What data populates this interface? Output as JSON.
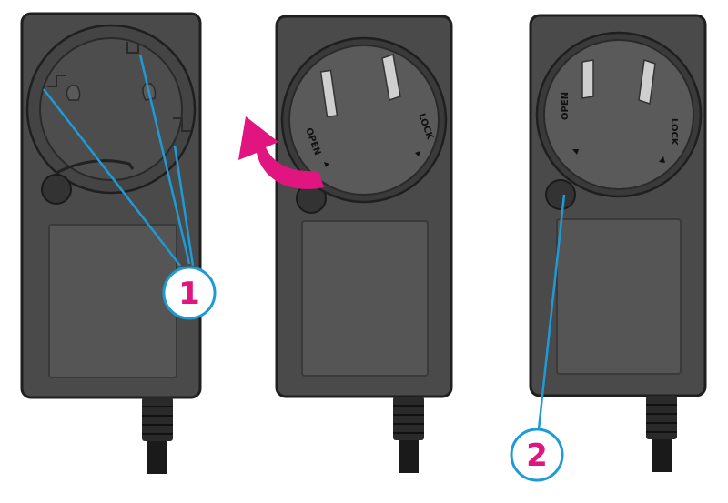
{
  "colors": {
    "body": "#4a4a4a",
    "body_edge": "#1f1f1f",
    "panel": "#505050",
    "plug_ring": "#3a3a3a",
    "plug_face": "#5a5a5a",
    "blade": "#cfcfcf",
    "cable": "#1a1a1a",
    "callout_line": "#1e9ad6",
    "callout_num": "#e0157f",
    "arrow": "#e0157f"
  },
  "adapters": [
    {
      "id": "adapter-plug-removed",
      "state": "plug removed"
    },
    {
      "id": "adapter-rotating",
      "state": "rotating plug",
      "open_label": "OPEN",
      "lock_label": "LOCK"
    },
    {
      "id": "adapter-locked",
      "state": "plug locked",
      "open_label": "OPEN",
      "lock_label": "LOCK"
    }
  ],
  "callouts": [
    {
      "number": "1",
      "icon": "numbered-circle"
    },
    {
      "number": "2",
      "icon": "numbered-circle"
    }
  ],
  "arrow": {
    "icon": "curved-rotate-arrow"
  }
}
